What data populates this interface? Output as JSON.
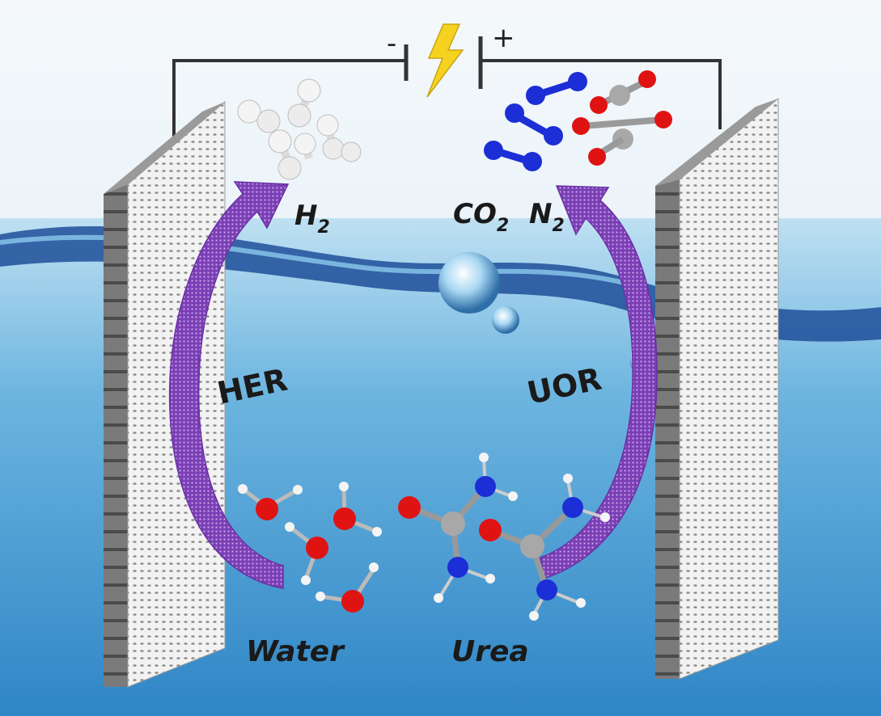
{
  "battery": {
    "negative": "-",
    "positive": "+"
  },
  "labels": {
    "h2_main": "H",
    "h2_sub": "2",
    "co2_main": "CO",
    "co2_sub": "2",
    "n2_main": "N",
    "n2_sub": "2",
    "her": "HER",
    "uor": "UOR",
    "water": "Water",
    "urea": "Urea"
  },
  "colors": {
    "wire": "#333333",
    "electrode_face": "#f2f2f2",
    "electrode_edge": "#6e6e6e",
    "arrow": "#7b3fb5",
    "bolt": "#f5d21f",
    "water_top": "#bfe0f2",
    "water_bottom": "#2f86c6",
    "oxygen": "#e01313",
    "nitrogen": "#1c2ed6",
    "carbon": "#a8a8a8",
    "hydrogen": "#f4f4f4"
  },
  "icons": [
    "lightning-bolt-icon"
  ]
}
